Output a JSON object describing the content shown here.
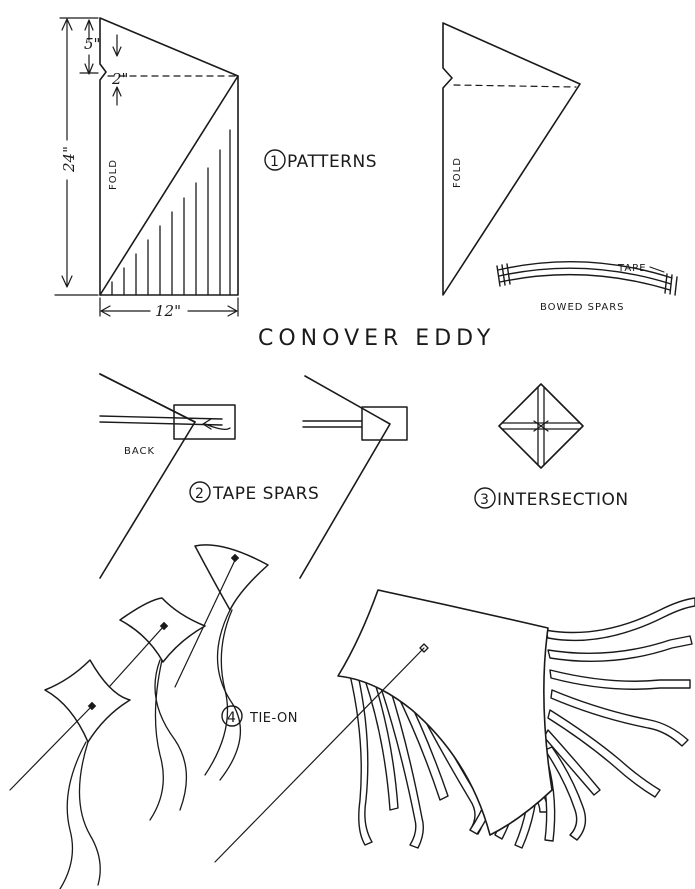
{
  "title": "CONOVER EDDY",
  "ink_color": "#1a1a1a",
  "background_color": "#ffffff",
  "step1": {
    "number": "1",
    "label": "PATTERNS",
    "dimensions": {
      "top": "5\"",
      "notch": "2\"",
      "height": "24\"",
      "width": "12\""
    },
    "fold_label_left": "FOLD",
    "fold_label_right": "FOLD",
    "tape_label": "TAPE",
    "bowed_spars_label": "BOWED SPARS"
  },
  "step2": {
    "number": "2",
    "label": "TAPE SPARS",
    "back_label": "BACK"
  },
  "step3": {
    "number": "3",
    "label": "INTERSECTION"
  },
  "step4": {
    "number": "4",
    "label": "TIE-ON"
  }
}
